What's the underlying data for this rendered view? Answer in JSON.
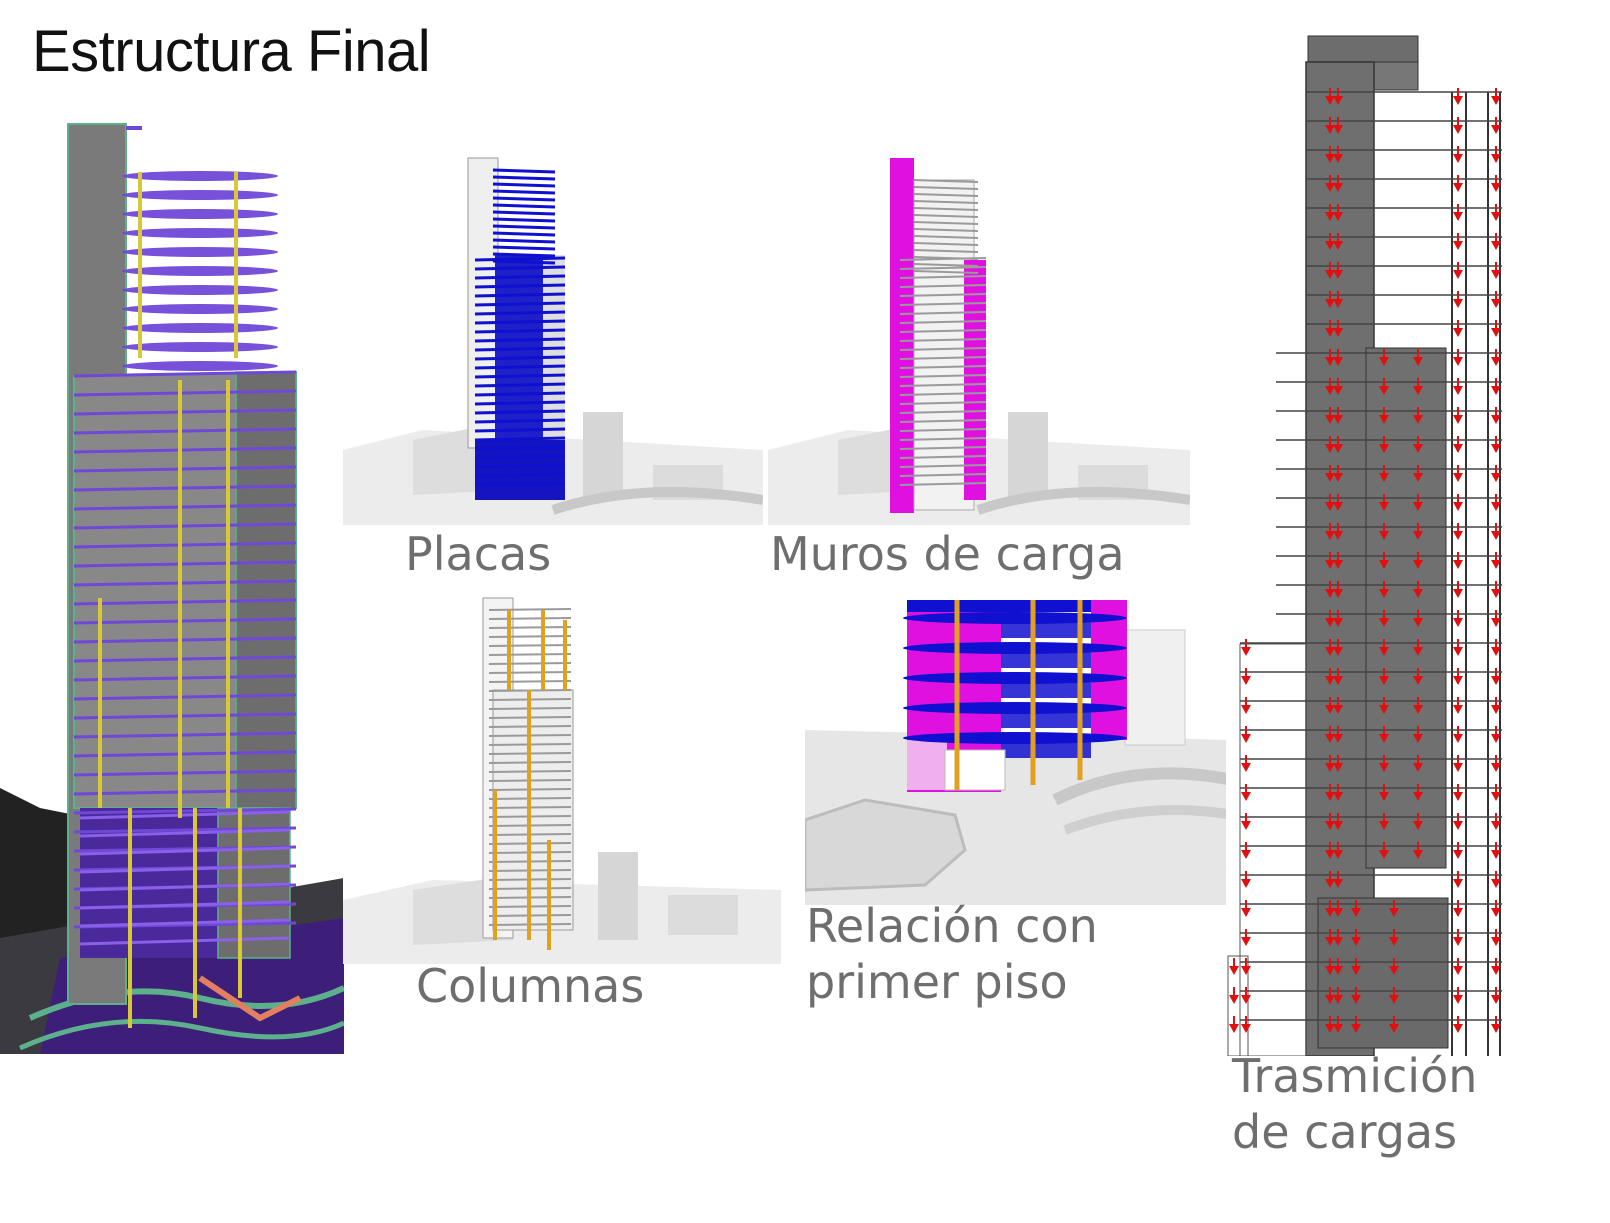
{
  "title": "Estructura Final",
  "panels": {
    "final": {
      "label": ""
    },
    "placas": {
      "label": "Placas"
    },
    "muros": {
      "label": "Muros de carga"
    },
    "columnas": {
      "label": "Columnas"
    },
    "relacion": {
      "label_line1": "Relación con",
      "label_line2": "primer piso"
    },
    "trasmicion": {
      "label_line1": "Trasmición",
      "label_line2": "de cargas"
    }
  },
  "colors": {
    "slab": "#7048d8",
    "column": "#d8c838",
    "core_green": "#5cb08c",
    "placas_blue": "#1010d0",
    "muros_magenta": "#e010e0",
    "columns_orange": "#e0a020",
    "arrow_red": "#e01010",
    "section_gray": "#666666"
  }
}
